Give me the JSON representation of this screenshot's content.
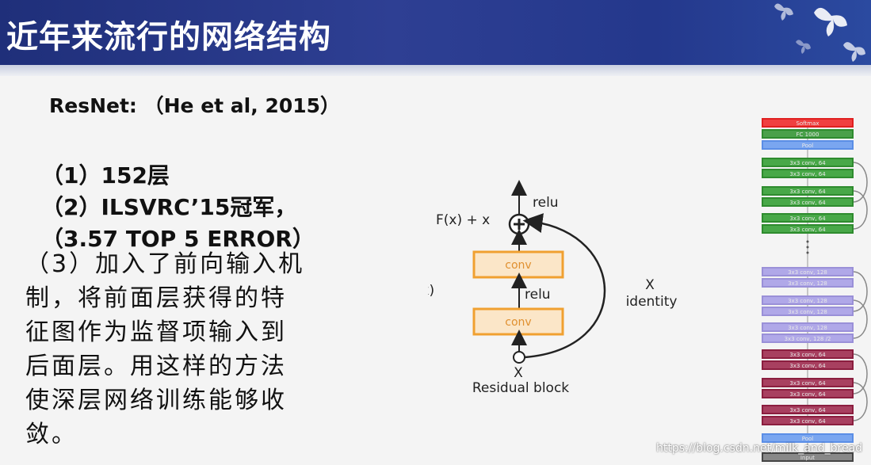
{
  "slide": {
    "title": "近年来流行的网络结构",
    "subtitle": "ResNet: （He et al, 2015）",
    "points": [
      "（1）152层",
      "（2）ILSVRC’15冠军，",
      "（3.57 TOP 5 ERROR）"
    ],
    "body_lines": [
      "（3）加入了前向输入机",
      "制，将前面层获得的特",
      "征图作为监督项输入到",
      "后面层。用这样的方法",
      "使深层网络训练能够收",
      "敛。"
    ]
  },
  "residual_block": {
    "top_relu": "relu",
    "sum_label": "F(x) + x",
    "conv_top": "conv",
    "mid_relu": "relu",
    "conv_bottom": "conv",
    "fx_label": "F(x)",
    "identity_x": "X",
    "identity_label": "identity",
    "input_x": "X",
    "caption": "Residual block"
  },
  "network": {
    "softmax": "Softmax",
    "fc": "FC 1000",
    "pool_top": "Pool",
    "conv_green": "3x3 conv, 64",
    "conv_purple": "3x3 conv, 128",
    "conv_purple_stride": "3x3 conv, 128 /2",
    "conv_maroon": "3x3 conv, 64",
    "pool_bottom": "Pool",
    "input": "Input"
  },
  "watermark": "https://blog.csdn.net/milk_and_bread",
  "colors": {
    "header": "#2a3a8c",
    "conv_box_fill": "#fbe6c8",
    "conv_box_border": "#f0a030",
    "green_layer": "#2e8b2e",
    "purple_layer": "#9a90d8",
    "maroon_layer": "#8b1e3f",
    "softmax": "#e02020",
    "blue_layer": "#5b8ee6"
  }
}
